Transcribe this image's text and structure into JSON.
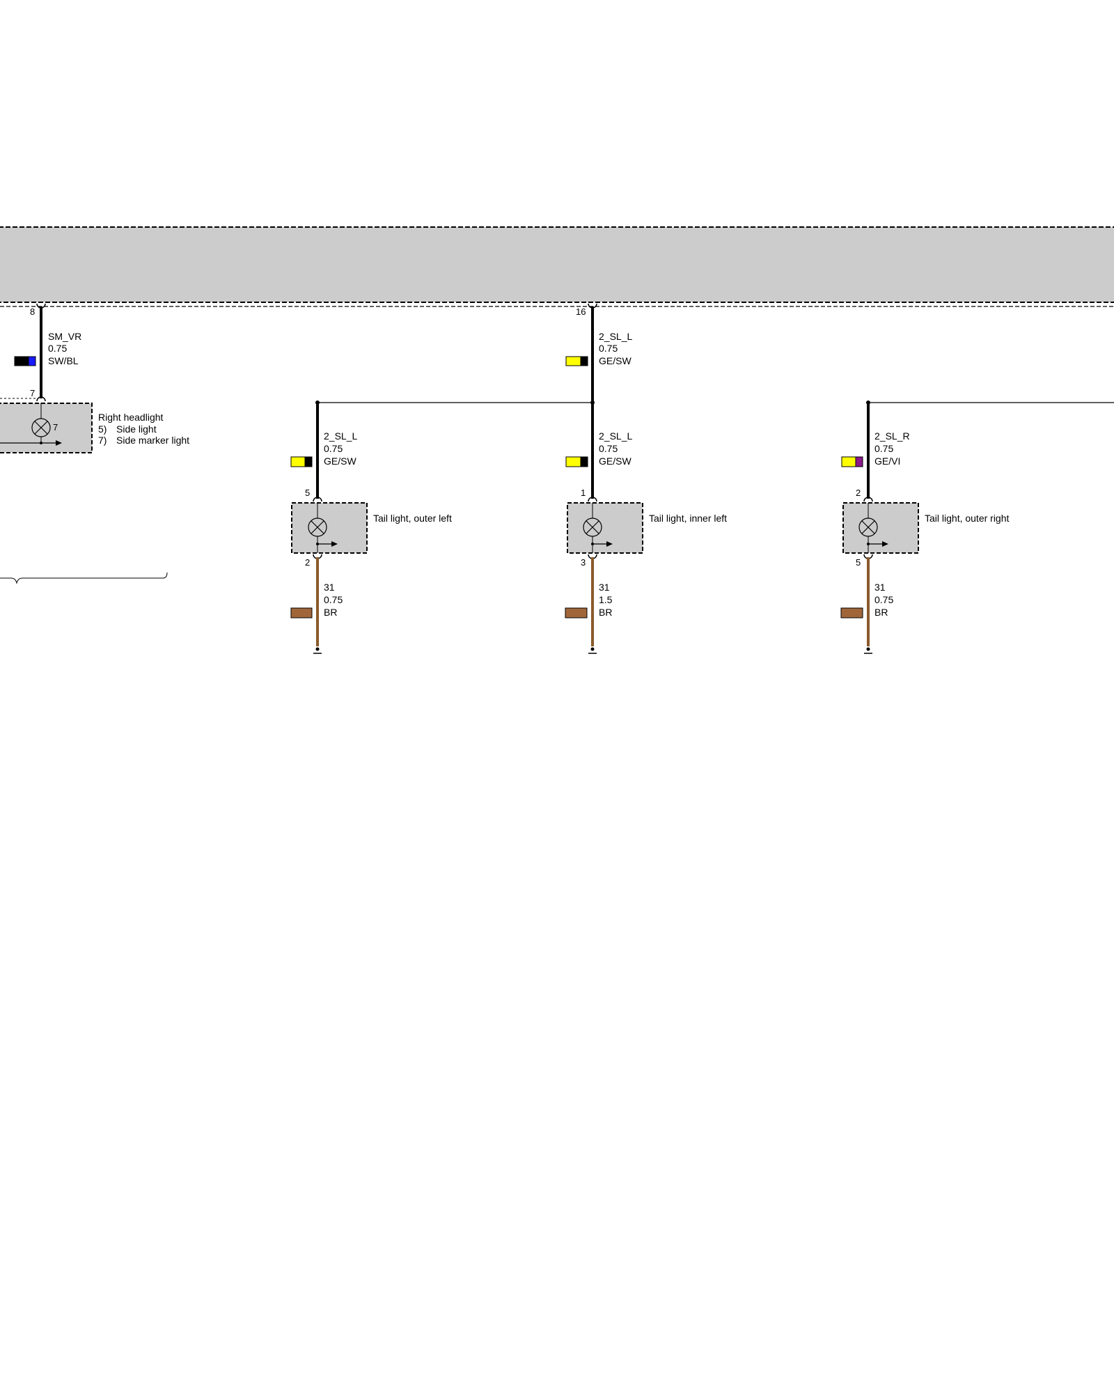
{
  "colors": {
    "module_fill": "#cccccc",
    "component_fill": "#cccccc",
    "wire_black": "#000000",
    "wire_brown": "#8b5a2b",
    "swatch_black": "#000000",
    "swatch_blue": "#1a1aff",
    "swatch_yellow": "#ffff00",
    "swatch_violet": "#8b1a8b",
    "swatch_brown": "#a0663a"
  },
  "wires": {
    "sm_vr": {
      "pin_top": "8",
      "pin_bottom": "7",
      "name": "SM_VR",
      "gauge": "0.75",
      "color": "SW/BL"
    },
    "feed_2_sl_l": {
      "pin_top": "16",
      "name": "2_SL_L",
      "gauge": "0.75",
      "color": "GE/SW"
    },
    "tl_outer_left": {
      "pin": "5",
      "name": "2_SL_L",
      "gauge": "0.75",
      "color": "GE/SW"
    },
    "tl_inner_left": {
      "pin": "1",
      "name": "2_SL_L",
      "gauge": "0.75",
      "color": "GE/SW"
    },
    "tl_outer_right": {
      "pin": "2",
      "name": "2_SL_R",
      "gauge": "0.75",
      "color": "GE/VI"
    },
    "gnd_outer_left": {
      "pin": "2",
      "name": "31",
      "gauge": "0.75",
      "color": "BR"
    },
    "gnd_inner_left": {
      "pin": "3",
      "name": "31",
      "gauge": "1.5",
      "color": "BR"
    },
    "gnd_outer_right": {
      "pin": "5",
      "name": "31",
      "gauge": "0.75",
      "color": "BR"
    }
  },
  "components": {
    "right_headlight": {
      "title": "Right headlight",
      "pin_inner": "7",
      "items": [
        {
          "num": "5)",
          "text": "Side light"
        },
        {
          "num": "7)",
          "text": "Side marker light"
        }
      ]
    },
    "tail_outer_left": {
      "title": "Tail light, outer left"
    },
    "tail_inner_left": {
      "title": "Tail light, inner left"
    },
    "tail_outer_right": {
      "title": "Tail light, outer right"
    }
  }
}
